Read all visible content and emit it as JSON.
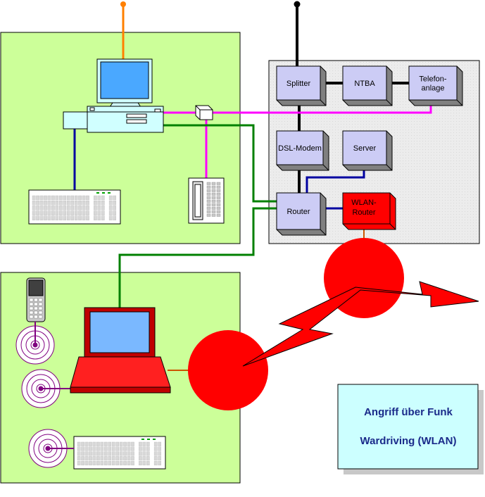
{
  "nodes": {
    "splitter": "Splitter",
    "ntba": "NTBA",
    "telefonanlage_line1": "Telefon-",
    "telefonanlage_line2": "anlage",
    "dsl_modem": "DSL-Modem",
    "server": "Server",
    "router": "Router",
    "wlan_router_line1": "WLAN-",
    "wlan_router_line2": "Router"
  },
  "info_box": {
    "line1": "Angriff über Funk",
    "line2": "Wardriving (WLAN)"
  },
  "colors": {
    "zone_green": "#ccff99",
    "zone_grey": "#ececec",
    "box_lavender": "#ccccf5",
    "box_red": "#ff0000",
    "link_green": "#008000",
    "link_blue": "#0000a0",
    "link_magenta": "#ff00ff",
    "link_black": "#000000",
    "link_orange": "#ff8000",
    "info_fill": "#ccffff",
    "info_text": "#1a2a8a"
  },
  "icons": [
    "desktop-pc-icon",
    "monitor-icon",
    "keyboard-icon",
    "isdn-phone-icon",
    "network-socket-icon",
    "mobile-phone-icon",
    "laptop-icon",
    "radio-wave-icon",
    "lightning-bolt-icon",
    "antenna-icon"
  ]
}
